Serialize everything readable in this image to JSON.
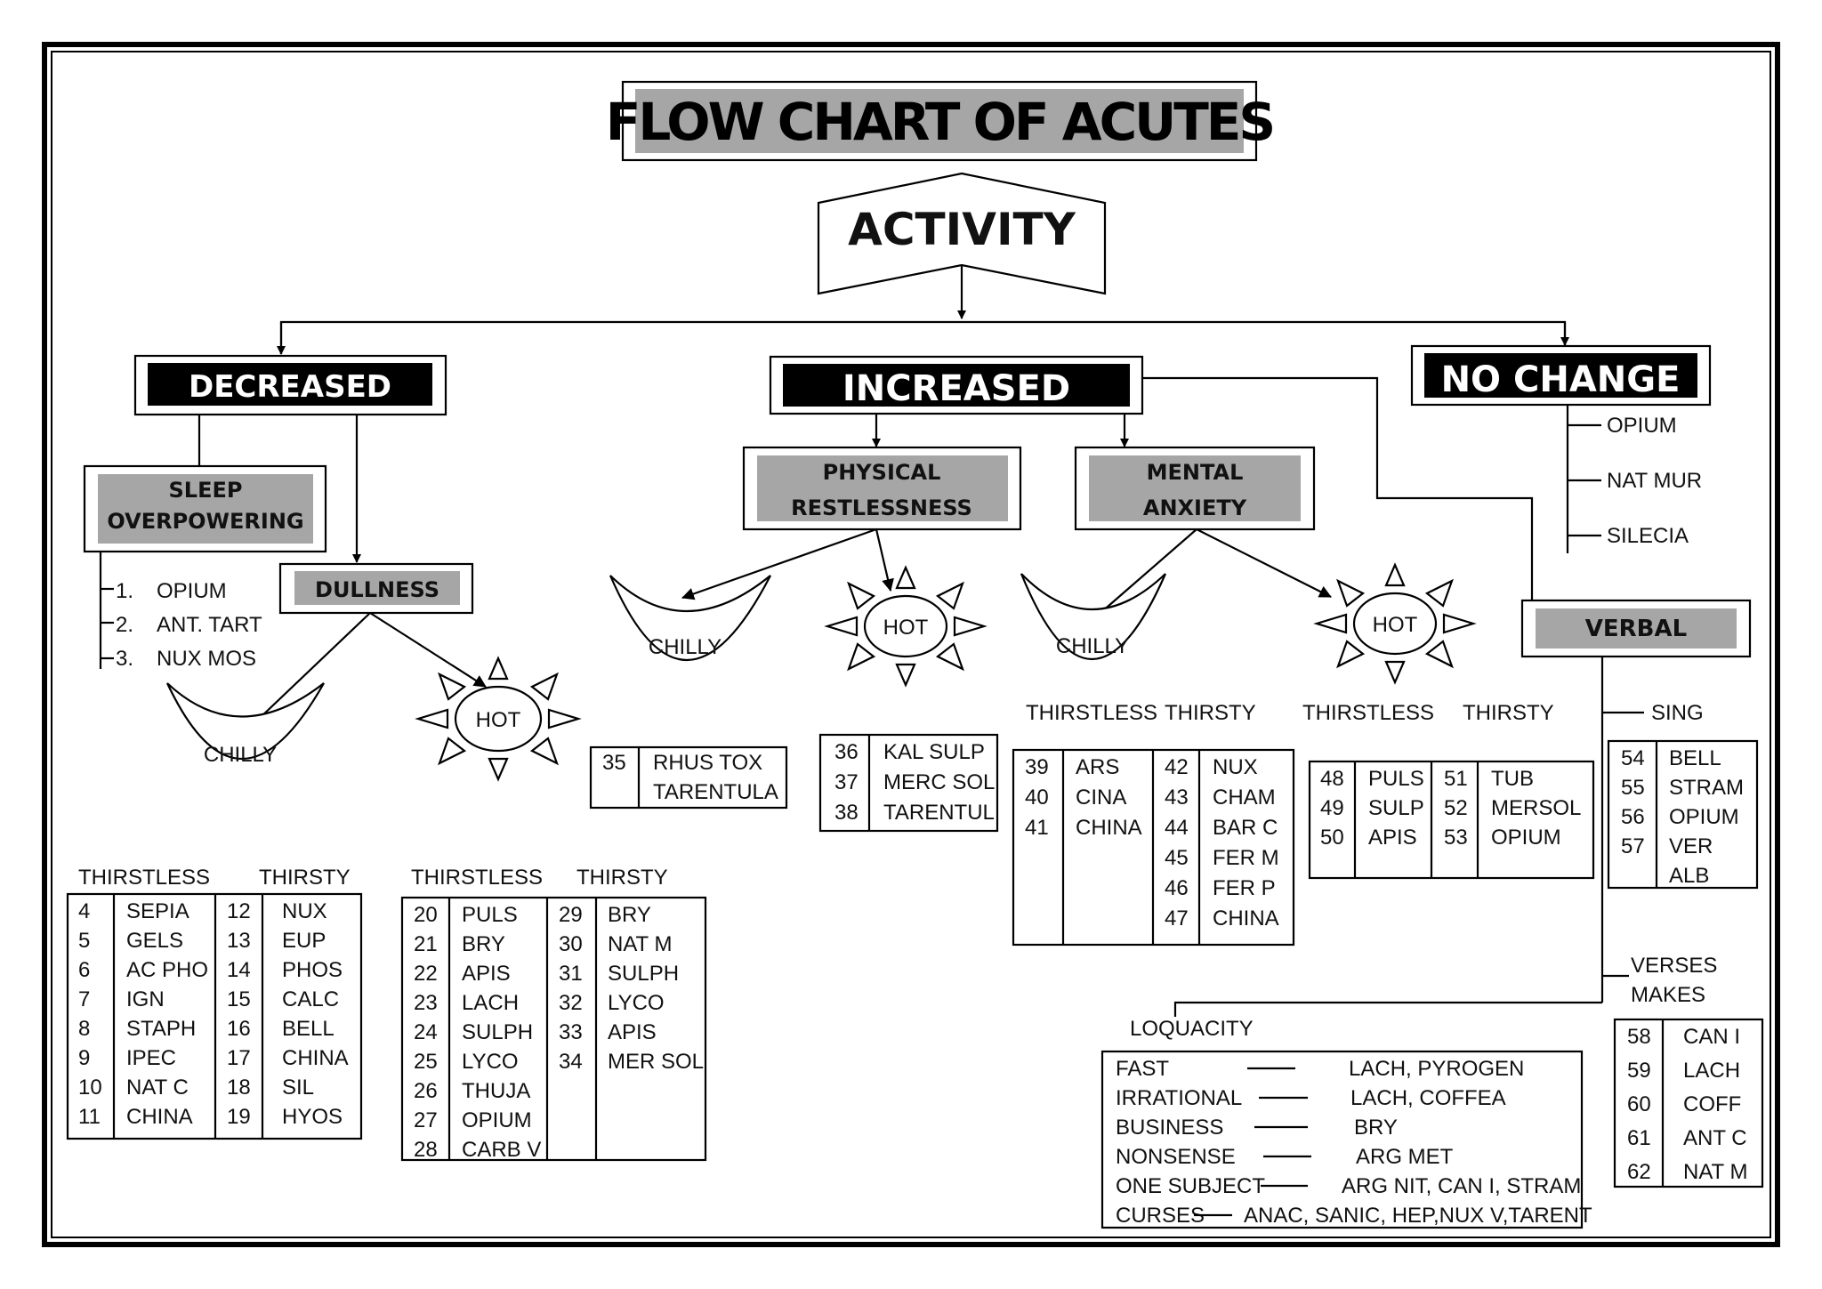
{
  "title": "FLOW CHART OF ACUTES",
  "root": "ACTIVITY",
  "branches": {
    "decreased": "DECREASED",
    "increased": "INCREASED",
    "no_change": "NO CHANGE"
  },
  "sleep": {
    "line1": "SLEEP",
    "line2": "OVERPOWERING",
    "items": [
      {
        "num": "1.",
        "name": "OPIUM"
      },
      {
        "num": "2.",
        "name": "ANT. TART"
      },
      {
        "num": "3.",
        "name": "NUX MOS"
      }
    ]
  },
  "dullness": "DULLNESS",
  "physical": {
    "line1": "PHYSICAL",
    "line2": "RESTLESSNESS"
  },
  "mental": {
    "line1": "MENTAL",
    "line2": "ANXIETY"
  },
  "verbal": "VERBAL",
  "no_change_items": [
    "OPIUM",
    "NAT MUR",
    "SILECIA"
  ],
  "labels": {
    "chilly": "CHILLY",
    "hot": "HOT",
    "thirstless": "THIRSTLESS",
    "thirsty": "THIRSTY",
    "sing": "SING",
    "verses_line1": "VERSES",
    "verses_line2": "MAKES",
    "loquacity": "LOQUACITY"
  },
  "dullness_chilly": {
    "thirstless": [
      [
        "4",
        "SEPIA"
      ],
      [
        "5",
        "GELS"
      ],
      [
        "6",
        "AC PHO"
      ],
      [
        "7",
        "IGN"
      ],
      [
        "8",
        "STAPH"
      ],
      [
        "9",
        "IPEC"
      ],
      [
        "10",
        "NAT C"
      ],
      [
        "11",
        "CHINA"
      ]
    ],
    "thirsty": [
      [
        "12",
        "NUX"
      ],
      [
        "13",
        "EUP"
      ],
      [
        "14",
        "PHOS"
      ],
      [
        "15",
        "CALC"
      ],
      [
        "16",
        "BELL"
      ],
      [
        "17",
        "CHINA"
      ],
      [
        "18",
        "SIL"
      ],
      [
        "19",
        "HYOS"
      ]
    ]
  },
  "dullness_hot": {
    "thirstless": [
      [
        "20",
        "PULS"
      ],
      [
        "21",
        "BRY"
      ],
      [
        "22",
        "APIS"
      ],
      [
        "23",
        "LACH"
      ],
      [
        "24",
        "SULPH"
      ],
      [
        "25",
        "LYCO"
      ],
      [
        "26",
        "THUJA"
      ],
      [
        "27",
        "OPIUM"
      ],
      [
        "28",
        "CARB V"
      ]
    ],
    "thirsty": [
      [
        "29",
        "BRY"
      ],
      [
        "30",
        "NAT M"
      ],
      [
        "31",
        "SULPH"
      ],
      [
        "32",
        "LYCO"
      ],
      [
        "33",
        "APIS"
      ],
      [
        "34",
        "MER SOL"
      ]
    ]
  },
  "physical_chilly": {
    "num": "35",
    "lines": [
      "RHUS TOX",
      "TARENTULA"
    ]
  },
  "physical_hot": [
    [
      "36",
      "KAL SULP"
    ],
    [
      "37",
      "MERC SOL"
    ],
    [
      "38",
      "TARENTUL"
    ]
  ],
  "mental_chilly": {
    "thirstless": [
      [
        "39",
        "ARS"
      ],
      [
        "40",
        "CINA"
      ],
      [
        "41",
        "CHINA"
      ]
    ],
    "thirsty": [
      [
        "42",
        "NUX"
      ],
      [
        "43",
        "CHAM"
      ],
      [
        "44",
        "BAR C"
      ],
      [
        "45",
        "FER M"
      ],
      [
        "46",
        "FER P"
      ],
      [
        "47",
        "CHINA"
      ]
    ]
  },
  "mental_hot": {
    "thirstless": [
      [
        "48",
        "PULS"
      ],
      [
        "49",
        "SULP"
      ],
      [
        "50",
        "APIS"
      ]
    ],
    "thirsty": [
      [
        "51",
        "TUB"
      ],
      [
        "52",
        "MERSOL"
      ],
      [
        "53",
        "OPIUM"
      ]
    ]
  },
  "sing_items": [
    [
      "54",
      "BELL"
    ],
    [
      "55",
      "STRAM"
    ],
    [
      "56",
      "OPIUM"
    ],
    [
      "57",
      "VER"
    ],
    [
      "",
      "ALB"
    ]
  ],
  "verses_items": [
    [
      "58",
      "CAN I"
    ],
    [
      "59",
      "LACH"
    ],
    [
      "60",
      "COFF"
    ],
    [
      "61",
      "ANT C"
    ],
    [
      "62",
      "NAT M"
    ]
  ],
  "loquacity_rows": [
    {
      "label": "FAST",
      "remedies": "LACH, PYROGEN"
    },
    {
      "label": "IRRATIONAL",
      "remedies": "LACH, COFFEA"
    },
    {
      "label": "BUSINESS",
      "remedies": "BRY"
    },
    {
      "label": "NONSENSE",
      "remedies": "ARG MET"
    },
    {
      "label": "ONE SUBJECT",
      "remedies": "ARG NIT, CAN I, STRAM"
    },
    {
      "label": "CURSES",
      "remedies": "ANAC, SANIC, HEP,NUX V,TARENT"
    }
  ]
}
